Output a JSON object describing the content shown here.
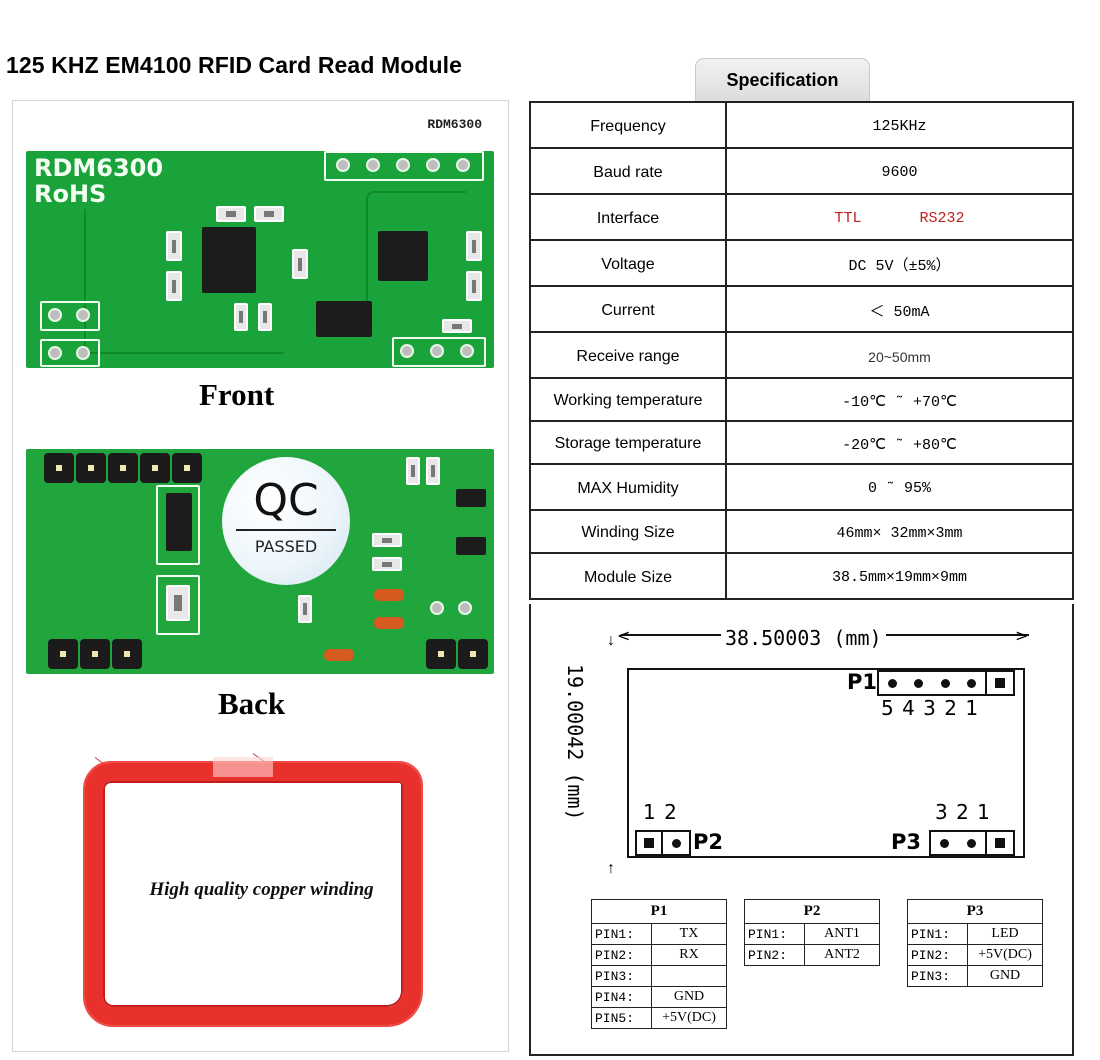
{
  "page": {
    "title": "125 KHZ EM4100 RFID Card Read Module"
  },
  "photos": {
    "model_tag": "RDM6300",
    "front": {
      "silk_line1": "RDM6300",
      "silk_line2": "RoHS",
      "caption": "Front"
    },
    "back": {
      "qc_big": "QC",
      "qc_small": "PASSED",
      "caption": "Back"
    },
    "coil": {
      "caption": "High quality copper winding",
      "color": "#e8302c"
    },
    "pcb_color": "#1aa33a"
  },
  "specification": {
    "tab_label": "Specification",
    "rows": [
      {
        "label": "Frequency",
        "value": "125KHz"
      },
      {
        "label": "Baud rate",
        "value": "9600"
      },
      {
        "label": "Interface",
        "value_parts": [
          "TTL",
          "RS232"
        ],
        "value_color": "#c0201c"
      },
      {
        "label": "Voltage",
        "value": "DC 5V（±5%）"
      },
      {
        "label": "Current",
        "value": "＜ 50mA"
      },
      {
        "label": "Receive range",
        "value": "20~50mm"
      },
      {
        "label": "Working temperature",
        "value": "-10℃ ˜ +70℃"
      },
      {
        "label": "Storage temperature",
        "value": "-20℃ ˜ +80℃"
      },
      {
        "label": "MAX Humidity",
        "value": "0 ˜ 95%"
      },
      {
        "label": "Winding Size",
        "value": "46mm× 32mm×3mm"
      },
      {
        "label": "Module Size",
        "value": "38.5mm×19mm×9mm"
      }
    ]
  },
  "diagram": {
    "width_label": "38.50003 (mm)",
    "height_label": "19.00042 (mm)",
    "connectors": {
      "p1": {
        "label": "P1",
        "numbers": "5 4 3 2 1"
      },
      "p2": {
        "label": "P2",
        "numbers": "1 2"
      },
      "p3": {
        "label": "P3",
        "numbers": "3 2 1"
      }
    }
  },
  "pinout": {
    "p1": {
      "title": "P1",
      "pins": [
        {
          "pin": "PIN1:",
          "fn": "TX"
        },
        {
          "pin": "PIN2:",
          "fn": "RX"
        },
        {
          "pin": "PIN3:",
          "fn": ""
        },
        {
          "pin": "PIN4:",
          "fn": "GND"
        },
        {
          "pin": "PIN5:",
          "fn": "+5V(DC)"
        }
      ]
    },
    "p2": {
      "title": "P2",
      "pins": [
        {
          "pin": "PIN1:",
          "fn": "ANT1"
        },
        {
          "pin": "PIN2:",
          "fn": "ANT2"
        }
      ]
    },
    "p3": {
      "title": "P3",
      "pins": [
        {
          "pin": "PIN1:",
          "fn": "LED"
        },
        {
          "pin": "PIN2:",
          "fn": "+5V(DC)"
        },
        {
          "pin": "PIN3:",
          "fn": "GND"
        }
      ]
    }
  }
}
